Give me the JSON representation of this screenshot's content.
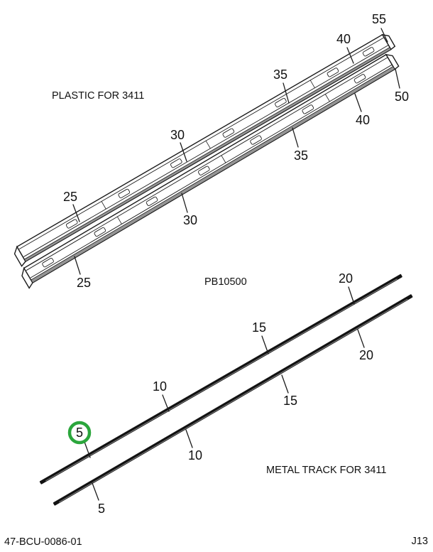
{
  "upper": {
    "caption": "PLASTIC FOR 3411",
    "part_number": "PB10500",
    "callouts": [
      "55",
      "40",
      "50",
      "40",
      "35",
      "35",
      "30",
      "30",
      "25",
      "25"
    ]
  },
  "lower": {
    "caption": "METAL TRACK FOR 3411",
    "callouts": [
      "20",
      "20",
      "15",
      "15",
      "10",
      "10",
      "5"
    ],
    "highlight": {
      "text": "5",
      "color": "#2ba63c"
    }
  },
  "footer": {
    "left": "47-BCU-0086-01",
    "right": "J13"
  },
  "colors": {
    "line": "#1c1c1c",
    "gray_band": "#949494",
    "highlight_green": "#2ba63c",
    "background": "#ffffff"
  }
}
